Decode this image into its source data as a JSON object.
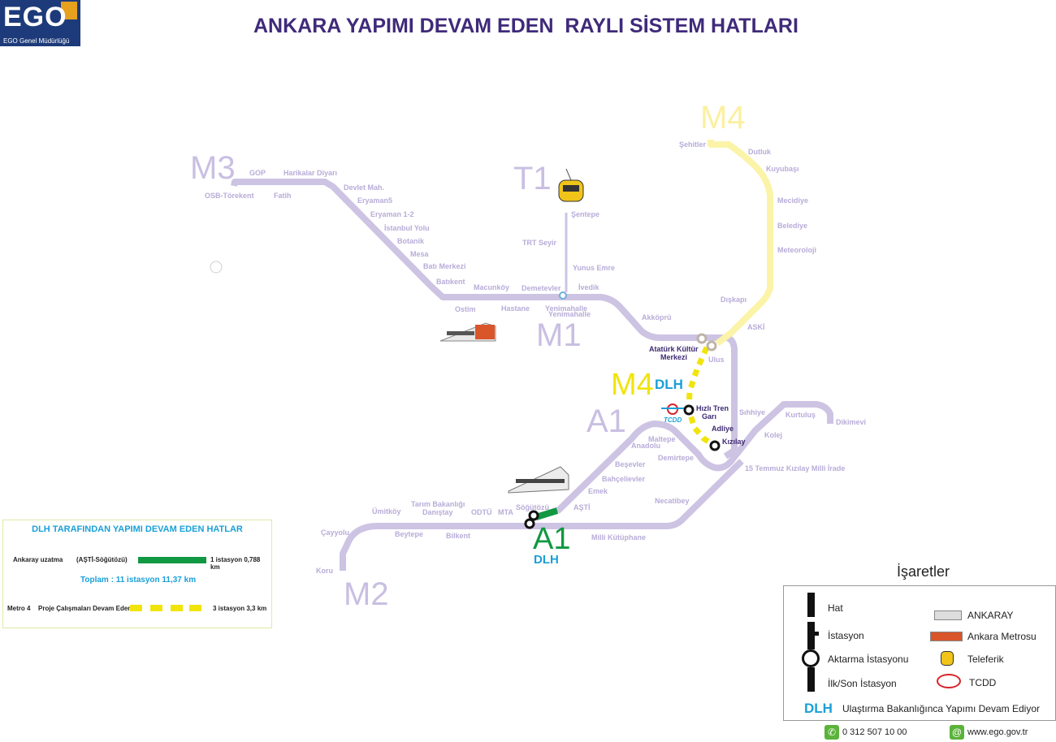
{
  "logo": {
    "text": "EGO",
    "subtitle": "EGO Genel Müdürlüğü"
  },
  "title": "ANKARA YAPIMI DEVAM EDEN  RAYLI SİSTEM HATLARI",
  "lines": {
    "m1": "M1",
    "m2": "M2",
    "m3": "M3",
    "m4": "M4",
    "t1": "T1",
    "a1": "A1",
    "a1_lower": "A1",
    "dlh_a1": "DLH",
    "m4_dlh_line": "M4",
    "dlh_m4": "DLH"
  },
  "stations": {
    "m3": [
      "GOP",
      "Harikalar Diyarı",
      "OSB-Törekent",
      "Fatih",
      "Devlet Mah.",
      "Eryaman5",
      "Eryaman 1-2",
      "İstanbul Yolu",
      "Botanik",
      "Mesa",
      "Batı Merkezi",
      "Batıkent"
    ],
    "m1": [
      "Ostim",
      "Macunköy",
      "Hastane",
      "Demetevler",
      "Yenimahalle",
      "İvedik",
      "Akköprü",
      "Ulus",
      "Sıhhiye",
      "Kızılay"
    ],
    "t1": [
      "Şentepe",
      "TRT Seyir",
      "Yunus Emre",
      "Yenimahalle"
    ],
    "m4": [
      "Şehitler",
      "Dutluk",
      "Kuyubaşı",
      "Mecidiye",
      "Belediye",
      "Meteoroloji",
      "Dışkapı",
      "ASKİ"
    ],
    "m4_ext": [
      "Atatürk Kültür",
      "Merkezi",
      "Hızlı Tren",
      "Garı",
      "Adliye",
      "Kızılay"
    ],
    "a1": [
      "Dikimevi",
      "Kurtuluş",
      "Kolej",
      "15 Temmuz Kızılay Milli İrade",
      "Demirtepe",
      "Maltepe",
      "Anadolu",
      "Beşevler",
      "Bahçelievler",
      "Emek",
      "AŞTİ",
      "Söğütözü"
    ],
    "m2": [
      "Necatibey",
      "Milli Kütüphane",
      "MTA",
      "ODTÜ",
      "Bilkent",
      "Tarım Bakanlığı",
      "Danıştay",
      "Beytepe",
      "Ümitköy",
      "Çayyolu",
      "Koru"
    ],
    "tcdd": "TCDD"
  },
  "dlh_legend": {
    "header": "DLH TARAFINDAN YAPIMI DEVAM EDEN HATLAR",
    "row1_name": "Ankaray uzatma",
    "row1_route": "(AŞTİ-Söğütözü)",
    "row1_info": "1 istasyon  0,788 km",
    "total": "Toplam : 11 istasyon    11,37 km",
    "row2_name": "Metro 4",
    "row2_status": "Proje Çalışmaları Devam Eden",
    "row2_info": "3 istasyon  3,3 km"
  },
  "signs": {
    "title": "İşaretler",
    "items": [
      "Hat",
      "İstasyon",
      "Aktarma İstasyonu",
      "İlk/Son İstasyon"
    ],
    "items_right": [
      "ANKARAY",
      "Ankara Metrosu",
      "Teleferik",
      "TCDD"
    ],
    "dlh": "DLH",
    "dlh_text": "Ulaştırma Bakanlığınca Yapımı Devam Ediyor"
  },
  "contact": {
    "phone": "0 312 507 10 00",
    "web": "www.ego.gov.tr"
  },
  "colors": {
    "line": "#cdc3e3",
    "m4": "#fbf3a8",
    "dlh_m4": "#f1e40b",
    "dlh_a1": "#119842",
    "title": "#3f2a7a",
    "dlh": "#1aa0d8"
  }
}
